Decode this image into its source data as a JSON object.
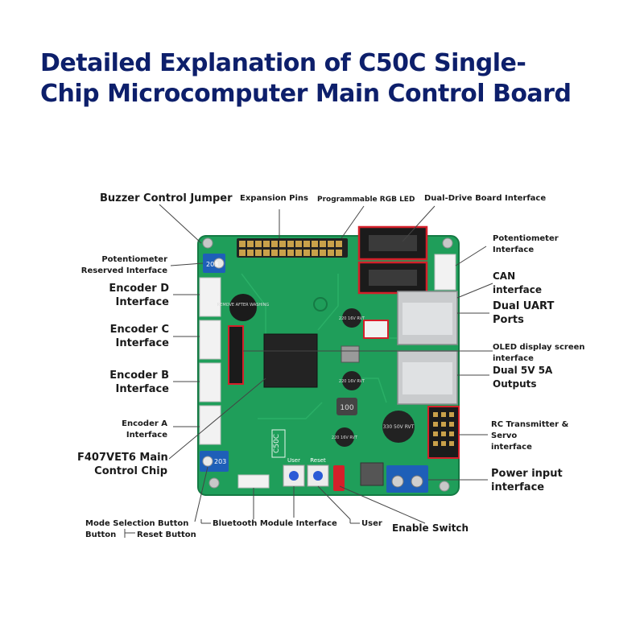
{
  "title": {
    "line1": "Detailed Explanation of C50C Single-",
    "line2": "Chip Microcomputer Main Control Board"
  },
  "colors": {
    "title": "#0d1f6b",
    "pcb": "#1f9e5a",
    "pcb_dark": "#157a44",
    "connector": "#f2f2f2",
    "port_metal": "#c9cbcd",
    "terminal_blue": "#1e5fb8",
    "highlight_red": "#d4202a"
  },
  "silkscreen": {
    "board_name": "C50C",
    "user_button": "User",
    "reset_button": "Reset",
    "pot_code": "203",
    "cap_upper": "220 16V RVT",
    "cap_mid": "220 16V RVT",
    "cap_big": "330 50V RVT",
    "cap_small": "220 16V RVT",
    "inductor": "100",
    "buzzer_text": "REMOVE AFTER WASHING"
  },
  "labels": {
    "buzzer_jumper": "Buzzer Control Jumper",
    "expansion_pins": "Expansion Pins",
    "rgb_led": "Programmable RGB LED",
    "dual_drive": "Dual-Drive Board Interface",
    "pot_reserved": [
      "Potentiometer",
      "Reserved Interface"
    ],
    "encoder_d": [
      "Encoder D",
      "Interface"
    ],
    "encoder_c": [
      "Encoder C",
      "Interface"
    ],
    "encoder_b": [
      "Encoder B",
      "Interface"
    ],
    "encoder_a": [
      "Encoder A",
      "Interface"
    ],
    "main_chip": [
      "F407VET6 Main",
      "Control Chip"
    ],
    "pot_interface": [
      "Potentiometer",
      "Interface"
    ],
    "can": [
      "CAN",
      "interface"
    ],
    "dual_uart": [
      "Dual UART",
      "Ports"
    ],
    "oled": [
      "OLED display screen",
      "interface"
    ],
    "dual_5v": [
      "Dual 5V 5A",
      "Outputs"
    ],
    "rc_servo": [
      "RC Transmitter &",
      "Servo",
      "interface"
    ],
    "power_input": [
      "Power input",
      "interface"
    ],
    "mode_button": [
      "Mode Selection Button",
      "Button"
    ],
    "reset_button": "Reset Button",
    "bluetooth": "Bluetooth Module Interface",
    "user": "User",
    "enable_switch": "Enable Switch"
  }
}
